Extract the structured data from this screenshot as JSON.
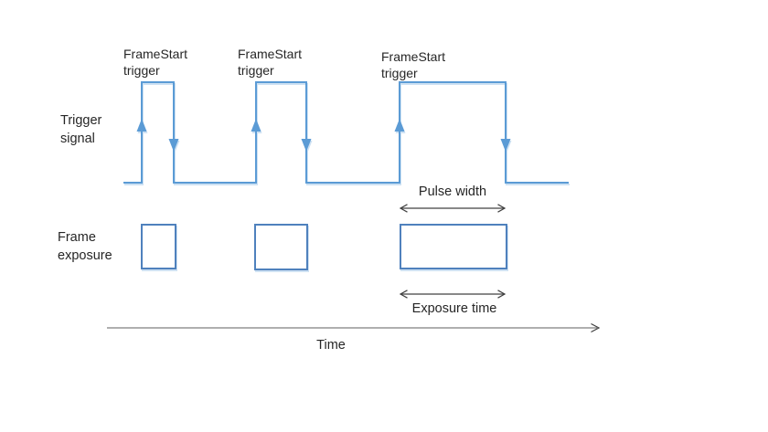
{
  "colors": {
    "waveform": "#5B9BD5",
    "exposure_box_border": "#4F81BD",
    "shadow": "#CFE2F3",
    "text": "#262626",
    "annotation_arrow": "#404040",
    "time_axis": "#7F7F7F"
  },
  "labels": {
    "frame_start": [
      "FrameStart",
      "trigger"
    ],
    "trigger_signal": [
      "Trigger",
      "signal"
    ],
    "frame_exposure": [
      "Frame",
      "exposure"
    ]
  },
  "annotations": {
    "pulse_width": "Pulse width",
    "exposure_time": "Exposure time",
    "time": "Time"
  }
}
